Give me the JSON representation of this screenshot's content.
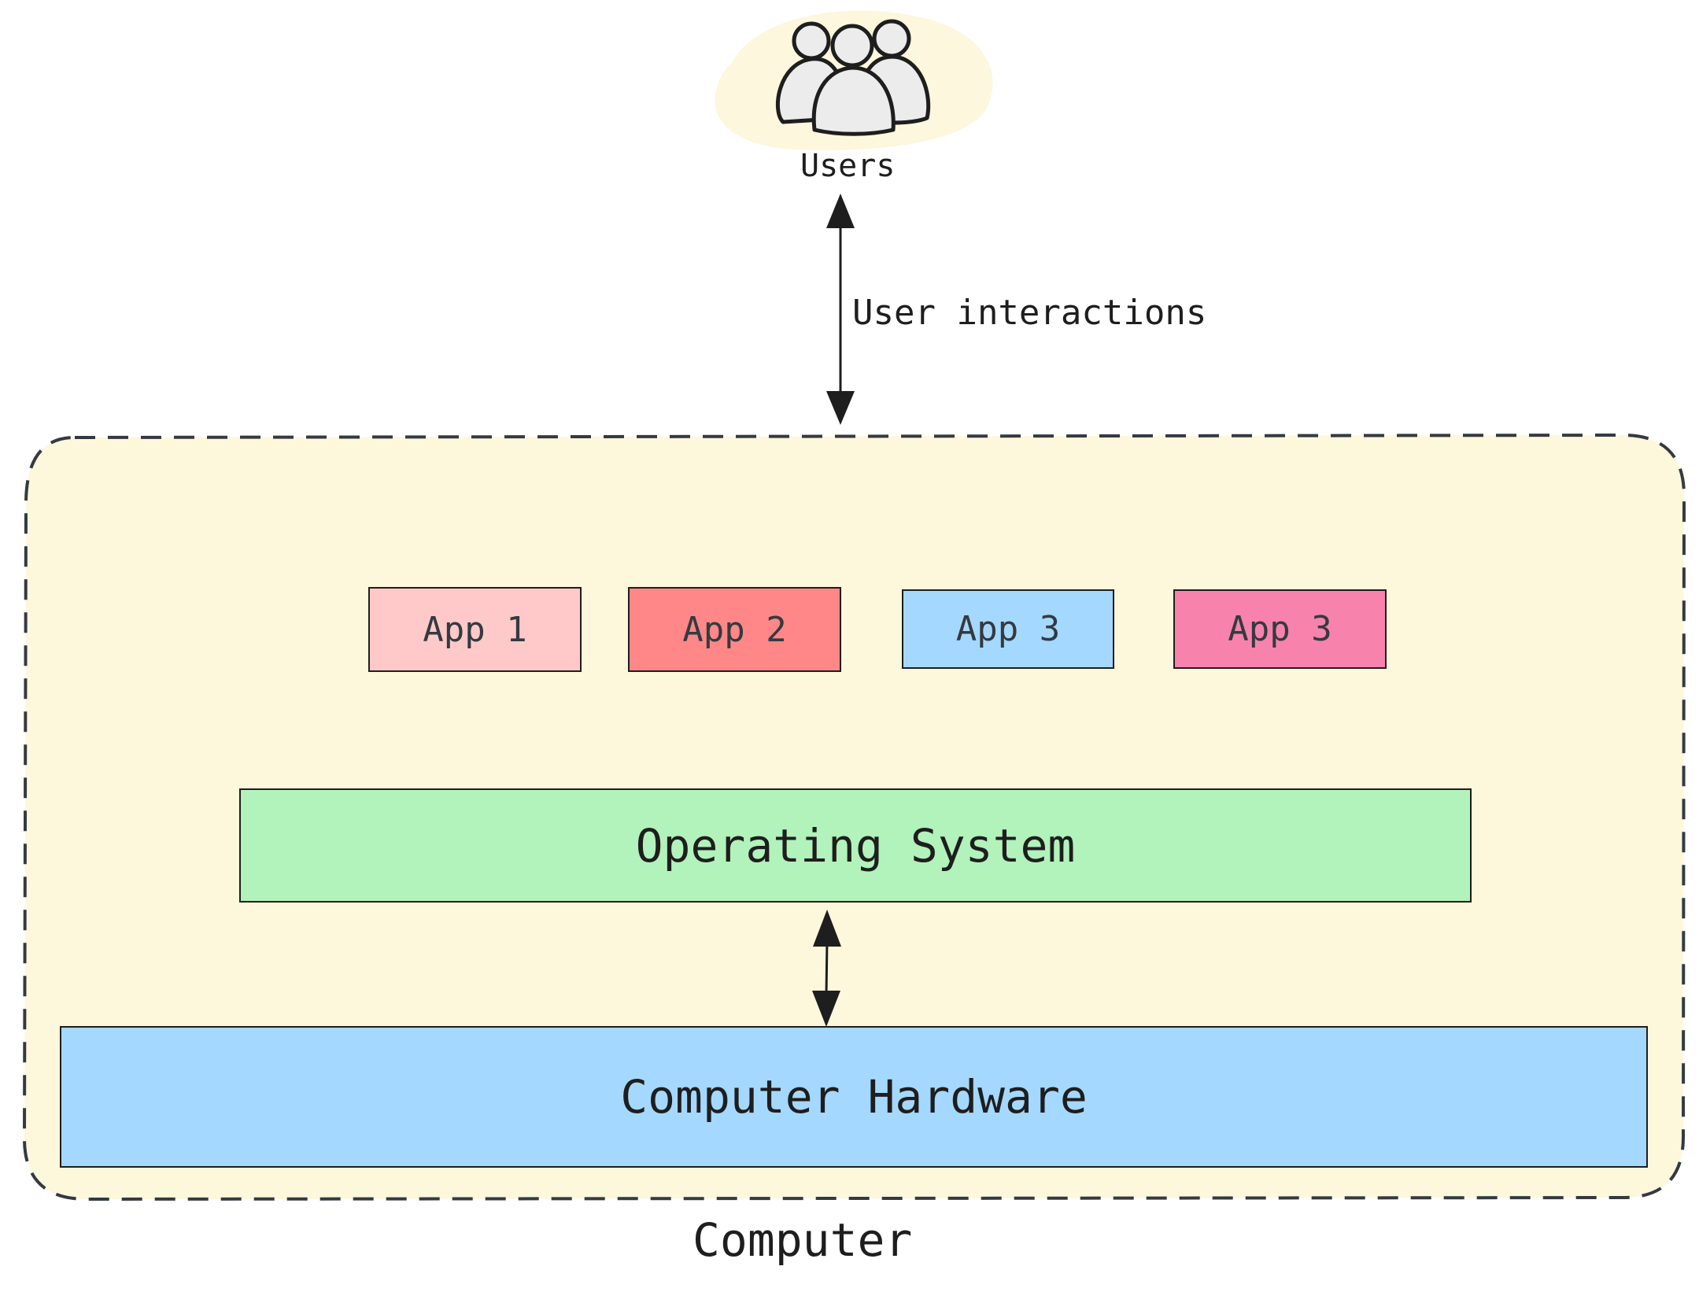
{
  "users": {
    "label": "Users",
    "icon": "users-group-icon"
  },
  "connector_top": {
    "label": "User interactions"
  },
  "computer": {
    "label": "Computer",
    "fill": "#fdf7dc",
    "border": "#343a40"
  },
  "apps": [
    {
      "label": "App 1",
      "fill": "#ffc9c9"
    },
    {
      "label": "App 2",
      "fill": "#ff8787"
    },
    {
      "label": "App 3",
      "fill": "#a5d8ff"
    },
    {
      "label": "App 3",
      "fill": "#f783ac"
    }
  ],
  "operating_system": {
    "label": "Operating System",
    "fill": "#b2f2bb"
  },
  "hardware": {
    "label": "Computer Hardware",
    "fill": "#a5d8ff"
  }
}
